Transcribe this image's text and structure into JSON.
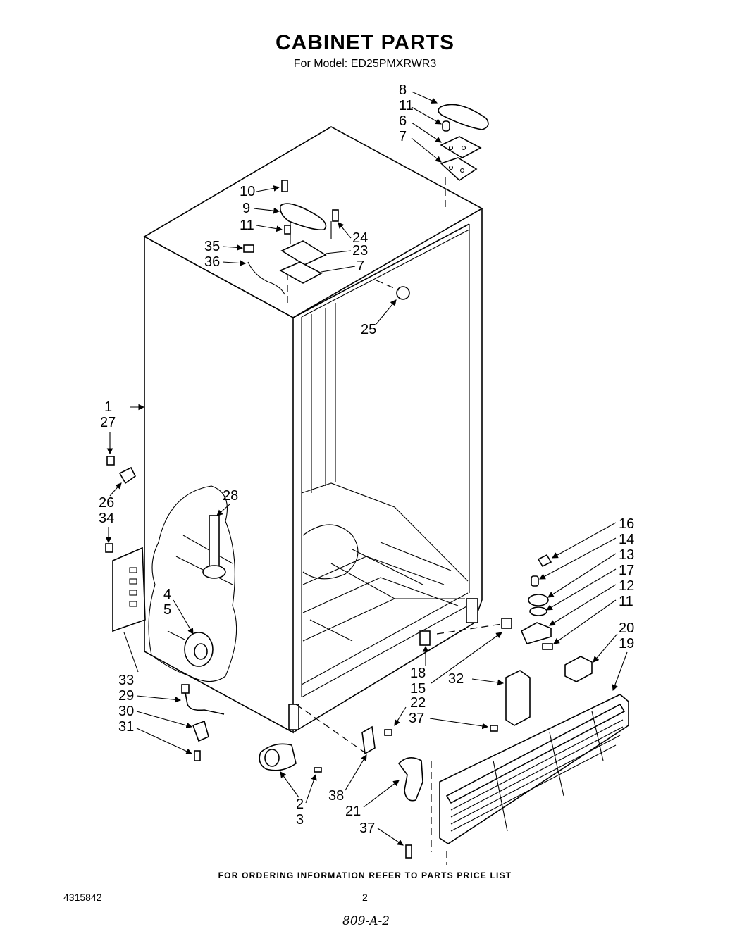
{
  "title": "CABINET PARTS",
  "subtitle": "For Model: ED25PMXRWR3",
  "footer": "FOR ORDERING INFORMATION REFER TO PARTS PRICE LIST",
  "doc_number": "4315842",
  "page_number": "2",
  "handwritten_note": "809-A-2",
  "callouts": {
    "c1": "1",
    "c2": "2",
    "c3": "3",
    "c4": "4",
    "c5": "5",
    "c6": "6",
    "c7a": "7",
    "c7b": "7",
    "c8": "8",
    "c9": "9",
    "c10": "10",
    "c11a": "11",
    "c11b": "11",
    "c11c": "11",
    "c12": "12",
    "c13": "13",
    "c14": "14",
    "c15": "15",
    "c16": "16",
    "c17": "17",
    "c18": "18",
    "c19": "19",
    "c20": "20",
    "c21": "21",
    "c22": "22",
    "c23": "23",
    "c24": "24",
    "c25": "25",
    "c26": "26",
    "c27": "27",
    "c28": "28",
    "c29": "29",
    "c30": "30",
    "c31": "31",
    "c32": "32",
    "c33": "33",
    "c34": "34",
    "c35": "35",
    "c36": "36",
    "c37a": "37",
    "c37b": "37",
    "c38": "38"
  }
}
